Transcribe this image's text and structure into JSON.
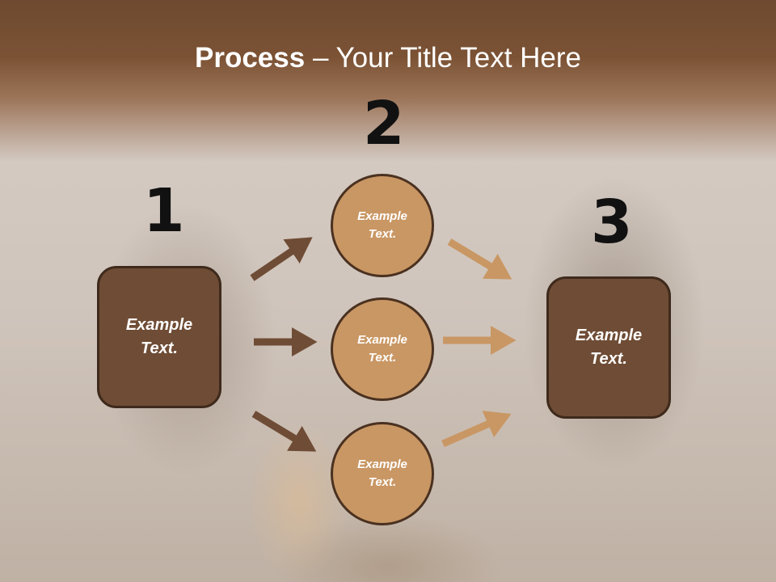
{
  "slide": {
    "title_bold": "Process",
    "title_rest": " – Your Title Text Here"
  },
  "steps": {
    "one": {
      "number": "1",
      "box_text": "Example Text."
    },
    "two": {
      "number": "2",
      "circles": [
        "Example Text.",
        "Example Text.",
        "Example Text."
      ]
    },
    "three": {
      "number": "3",
      "box_text": "Example Text."
    }
  },
  "colors": {
    "box_fill": "#6f4c35",
    "circle_fill": "#c99764",
    "arrow_dark": "#6f4c35",
    "arrow_light": "#c99764",
    "header_band": "#7b5234"
  }
}
